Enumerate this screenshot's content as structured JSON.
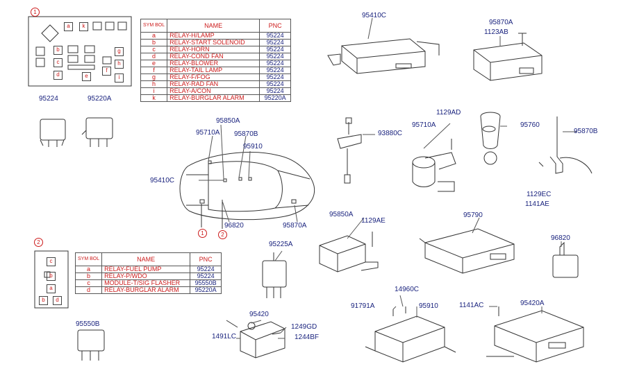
{
  "diagram": {
    "group1": {
      "marker": "1",
      "table": {
        "headers": {
          "symbol": "SYM BOL",
          "name": "NAME",
          "pnc": "PNC"
        },
        "rows": [
          {
            "sym": "a",
            "name": "RELAY-H/LAMP",
            "pnc": "95224"
          },
          {
            "sym": "b",
            "name": "RELAY-START SOLENOID",
            "pnc": "95224"
          },
          {
            "sym": "c",
            "name": "RELAY-HORN",
            "pnc": "95224"
          },
          {
            "sym": "d",
            "name": "RELAY-COND FAN",
            "pnc": "95224"
          },
          {
            "sym": "e",
            "name": "RELAY-BLOWER",
            "pnc": "95224"
          },
          {
            "sym": "f",
            "name": "RELAY-TAIL LAMP",
            "pnc": "95224"
          },
          {
            "sym": "g",
            "name": "RELAY-F/FOG",
            "pnc": "95224"
          },
          {
            "sym": "h",
            "name": "RELAY-RAD FAN",
            "pnc": "95224"
          },
          {
            "sym": "i",
            "name": "RELAY-A/CON",
            "pnc": "95224"
          },
          {
            "sym": "k",
            "name": "RELAY-BURGLAR ALARM",
            "pnc": "95220A"
          }
        ],
        "box_labels": [
          "a",
          "k",
          "b",
          "g",
          "c",
          "h",
          "d",
          "e",
          "f",
          "i"
        ]
      }
    },
    "group2": {
      "marker": "2",
      "table": {
        "headers": {
          "symbol": "SYM BOL",
          "name": "NAME",
          "pnc": "PNC"
        },
        "rows": [
          {
            "sym": "a",
            "name": "RELAY-FUEL PUMP",
            "pnc": "95224"
          },
          {
            "sym": "b",
            "name": "RELAY-P/WDO",
            "pnc": "95224"
          },
          {
            "sym": "c",
            "name": "MODULE-T/SIG FLASHER",
            "pnc": "95550B"
          },
          {
            "sym": "d",
            "name": "RELAY-BURGLAR ALARM",
            "pnc": "95220A"
          }
        ],
        "box_labels": [
          "c",
          "b",
          "a",
          "b",
          "d"
        ]
      }
    },
    "car_markers": [
      "1",
      "2"
    ],
    "part_labels": {
      "p95224": "95224",
      "p95220A": "95220A",
      "p95550B": "95550B",
      "p95410C_top": "95410C",
      "p95870A_top": "95870A",
      "p1123AB": "1123AB",
      "p95850A_car": "95850A",
      "p95710A_car": "95710A",
      "p95870B_car": "95870B",
      "p95910_car": "95910",
      "p95410C_car": "95410C",
      "p96820_car": "96820",
      "p95870A_car": "95870A",
      "p93880C": "93880C",
      "p1129AD": "1129AD",
      "p95710A": "95710A",
      "p95760": "95760",
      "p95870B": "95870B",
      "p1129EC": "1129EC",
      "p1141AE": "1141AE",
      "p95850A": "95850A",
      "p1129AE": "1129AE",
      "p95790": "95790",
      "p96820": "96820",
      "p95225A": "95225A",
      "p14960C": "14960C",
      "p91791A": "91791A",
      "p95910": "95910",
      "p1141AC": "1141AC",
      "p95420A": "95420A",
      "p95420": "95420",
      "p1249GD": "1249GD",
      "p1491LC": "1491LC",
      "p1244BF": "1244BF"
    }
  }
}
